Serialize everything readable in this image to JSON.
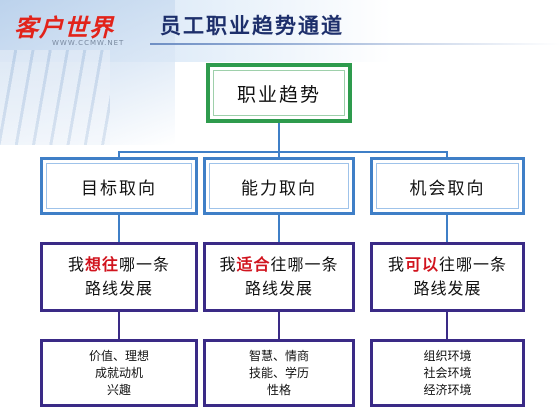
{
  "header": {
    "logo_text": "客户世界",
    "logo_sub": "WWW.CCMW.NET",
    "title": "员工职业趋势通道"
  },
  "colors": {
    "green_border": "#2e9b4d",
    "blue_border": "#3f7fc7",
    "purple_border": "#3a2a86",
    "highlight_red": "#d1141e",
    "title_color": "#1d2f6b"
  },
  "diagram": {
    "root": "职业趋势",
    "columns": [
      {
        "category": "目标取向",
        "question_prefix": "我",
        "question_highlight": "想往",
        "question_suffix": "哪一条",
        "question_line2": "路线发展",
        "factors": [
          "价值、理想",
          "成就动机",
          "兴趣"
        ]
      },
      {
        "category": "能力取向",
        "question_prefix": "我",
        "question_highlight": "适合",
        "question_suffix": "往哪一条",
        "question_line2": "路线发展",
        "factors": [
          "智慧、情商",
          "技能、学历",
          "性格"
        ]
      },
      {
        "category": "机会取向",
        "question_prefix": "我",
        "question_highlight": "可以",
        "question_suffix": "往哪一条",
        "question_line2": "路线发展",
        "factors": [
          "组织环境",
          "社会环境",
          "经济环境"
        ]
      }
    ]
  }
}
